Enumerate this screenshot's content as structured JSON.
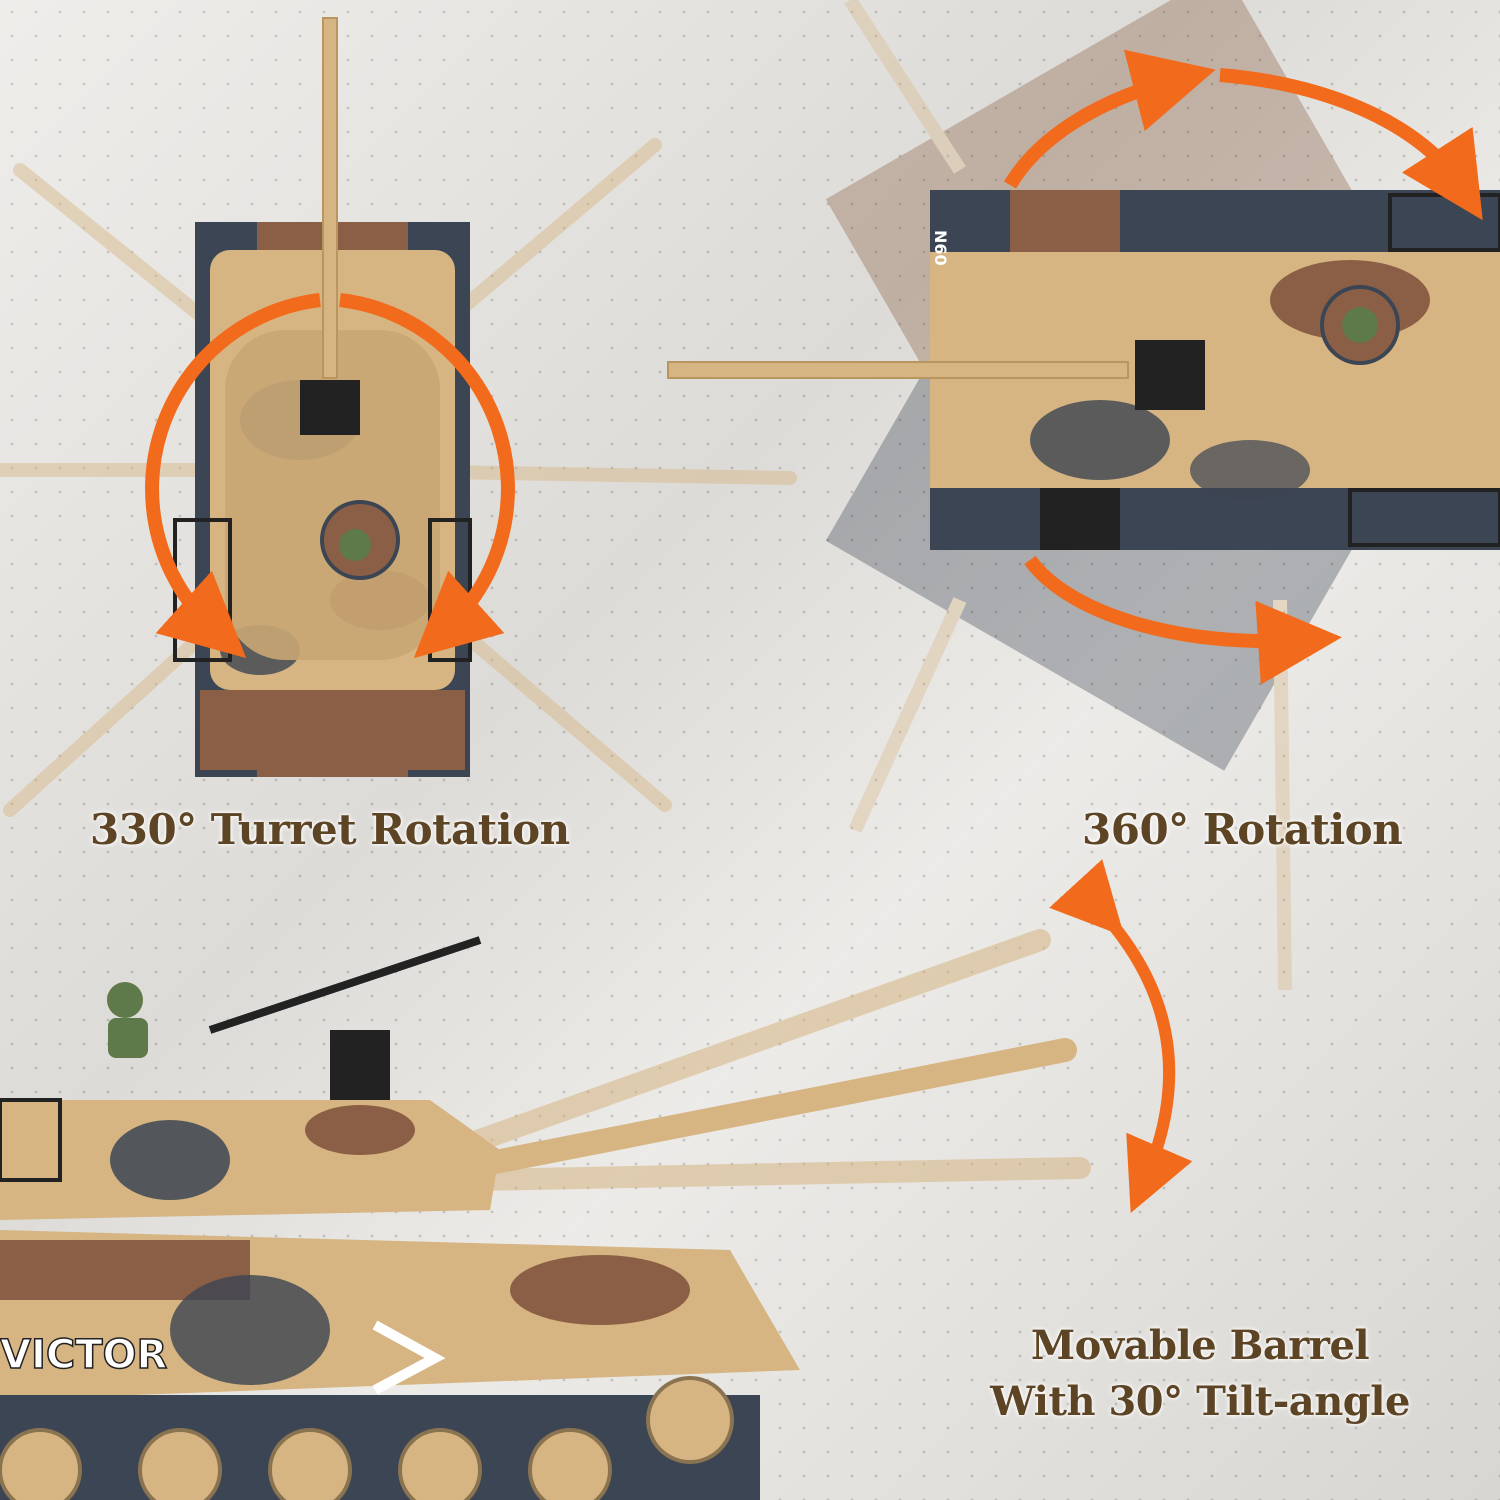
{
  "features": [
    {
      "caption": "330° Turret Rotation"
    },
    {
      "caption": "360° Rotation"
    },
    {
      "caption_line1": "Movable Barrel",
      "caption_line2": "With 30° Tilt-angle"
    }
  ],
  "tank_markings": {
    "name": "VICTOR",
    "hull_code": "N60"
  },
  "colors": {
    "arrow": "#f26a1b",
    "caption": "#5c4424",
    "camo_sand": "#d6b583",
    "camo_brown": "#8a5f45",
    "camo_dark": "#3c4553"
  }
}
